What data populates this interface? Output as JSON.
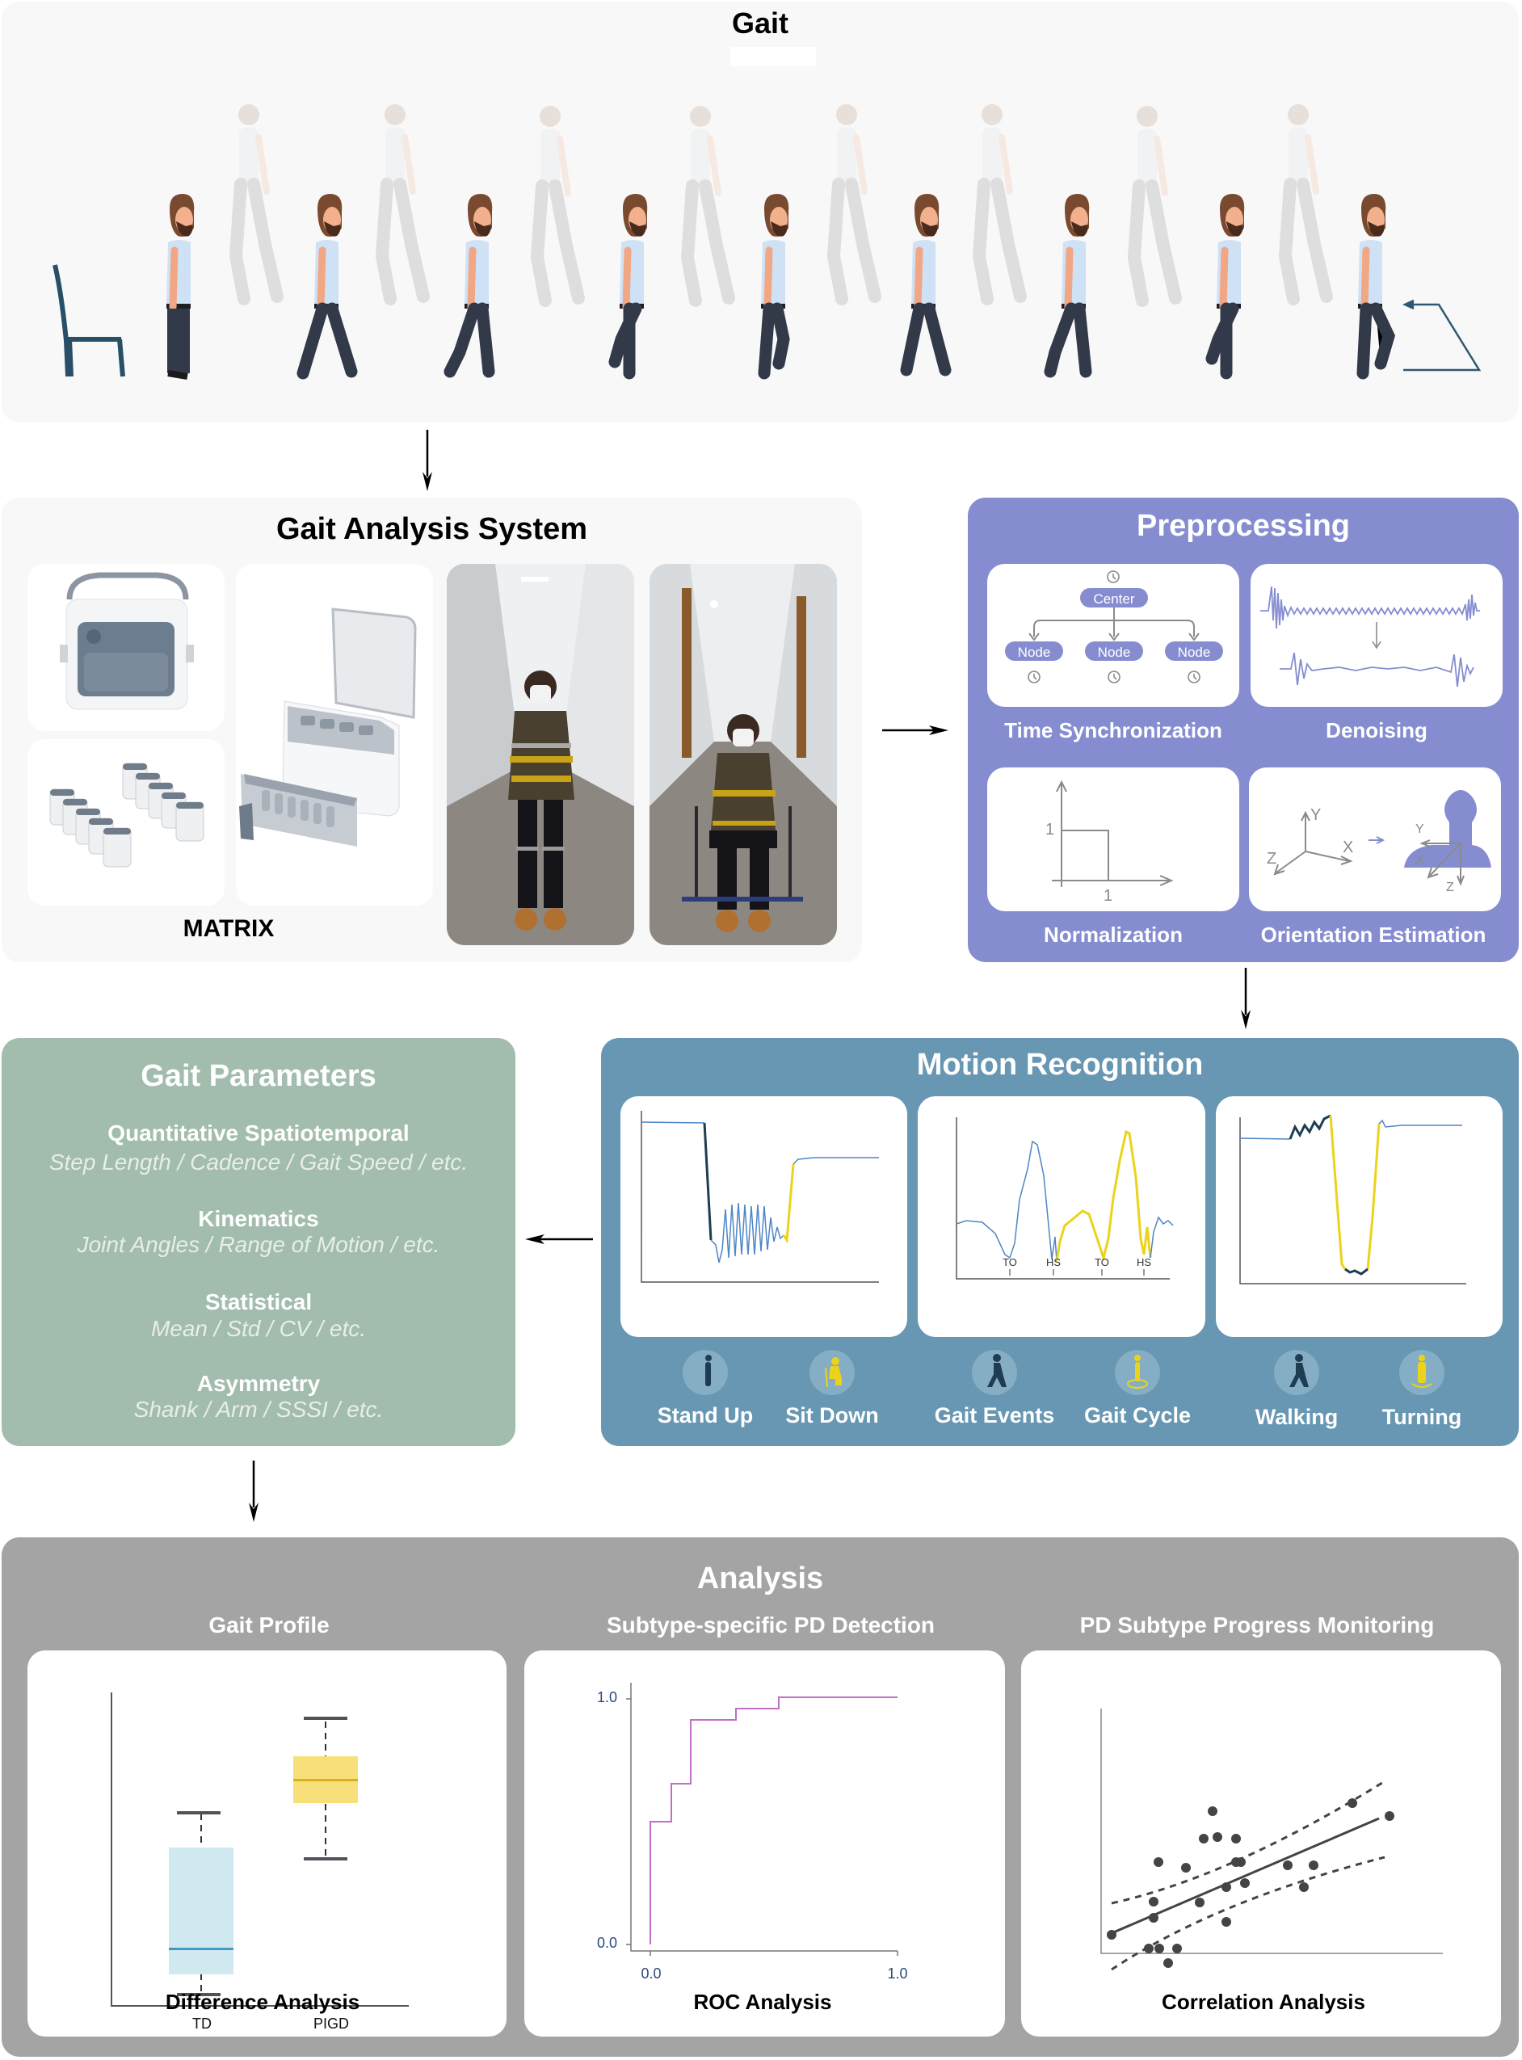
{
  "gait": {
    "title": "Gait",
    "figures": [
      "chair",
      "standing",
      "walking",
      "walking",
      "walking",
      "walking",
      "walking",
      "walking",
      "walking",
      "turning"
    ],
    "turn_icon": "turn-arrow-icon"
  },
  "gait_analysis_system": {
    "title": "Gait Analysis System",
    "device_label": "MATRIX",
    "images": [
      "charging-case-front",
      "sensor-units",
      "charging-case-open",
      "subject-standing-photo",
      "subject-sitting-photo"
    ]
  },
  "preprocessing": {
    "title": "Preprocessing",
    "steps": [
      {
        "label": "Time Synchronization",
        "center": "Center",
        "nodes": [
          "Node",
          "Node",
          "Node"
        ]
      },
      {
        "label": "Denoising"
      },
      {
        "label": "Normalization",
        "tick_x": "1",
        "tick_y": "1"
      },
      {
        "label": "Orientation Estimation",
        "axes_left": [
          "Y",
          "X",
          "Z"
        ],
        "axes_right": [
          "Y",
          "X",
          "Z"
        ]
      }
    ]
  },
  "motion_recognition": {
    "title": "Motion Recognition",
    "event_labels": [
      "TO",
      "HS",
      "TO",
      "HS"
    ],
    "activities": [
      {
        "label": "Stand Up",
        "icon": "stand-up-icon"
      },
      {
        "label": "Sit Down",
        "icon": "sit-down-icon"
      },
      {
        "label": "Gait Events",
        "icon": "gait-events-icon"
      },
      {
        "label": "Gait Cycle",
        "icon": "gait-cycle-icon"
      },
      {
        "label": "Walking",
        "icon": "walking-icon"
      },
      {
        "label": "Turning",
        "icon": "turning-icon"
      }
    ]
  },
  "gait_parameters": {
    "title": "Gait Parameters",
    "groups": [
      {
        "heading": "Quantitative Spatiotemporal",
        "items": "Step Length / Cadence / Gait Speed / etc."
      },
      {
        "heading": "Kinematics",
        "items": "Joint Angles / Range of Motion / etc."
      },
      {
        "heading": "Statistical",
        "items": "Mean / Std / CV / etc."
      },
      {
        "heading": "Asymmetry",
        "items": "Shank / Arm / SSSI / etc."
      }
    ]
  },
  "analysis": {
    "title": "Analysis",
    "sections": [
      {
        "heading": "Gait Profile",
        "caption": "Difference Analysis"
      },
      {
        "heading": "Subtype-specific PD Detection",
        "caption": "ROC Analysis"
      },
      {
        "heading": "PD Subtype Progress Monitoring",
        "caption": "Correlation Analysis"
      }
    ]
  },
  "colors": {
    "gait_bg": "#f8f8f8",
    "preprocessing": "#858dd0",
    "motion_recognition": "#6897b3",
    "gait_parameters": "#a2bdad",
    "analysis": "#a4a4a4",
    "signal_blue": "#4e86c7",
    "signal_yellow": "#ecd31b",
    "signal_dark": "#1f3d52",
    "roc_line": "#c16fc4",
    "td_box": "#d0e8f0",
    "pigd_box": "#f7e07a"
  },
  "chart_data": [
    {
      "type": "box",
      "title": "Difference Analysis",
      "categories": [
        "TD",
        "PIGD"
      ],
      "series": [
        {
          "name": "TD",
          "min": 0.04,
          "q1": 0.11,
          "median": 0.2,
          "q3": 0.54,
          "max": 0.65
        },
        {
          "name": "PIGD",
          "min": 0.48,
          "q1": 0.67,
          "median": 0.74,
          "q3": 0.82,
          "max": 0.97
        }
      ],
      "xlabel": "",
      "ylabel": "",
      "grid": false
    },
    {
      "type": "line",
      "title": "ROC Analysis",
      "x": [
        0.0,
        0.0,
        0.09,
        0.09,
        0.165,
        0.165,
        0.34,
        0.34,
        0.505,
        0.505,
        1.0
      ],
      "y": [
        0.0,
        0.5,
        0.5,
        0.655,
        0.655,
        0.91,
        0.91,
        0.957,
        0.957,
        1.0,
        1.0
      ],
      "x_ticks": [
        "0.0",
        "1.0"
      ],
      "y_ticks": [
        "0.0",
        "1.0"
      ],
      "xlim": [
        0,
        1
      ],
      "ylim": [
        0,
        1
      ],
      "grid": false
    },
    {
      "type": "scatter",
      "title": "Correlation Analysis",
      "points": [
        [
          0.03,
          0.07
        ],
        [
          0.15,
          0.02
        ],
        [
          0.17,
          0.02
        ],
        [
          0.22,
          0.02
        ],
        [
          0.19,
          -0.04
        ],
        [
          0.15,
          0.1
        ],
        [
          0.15,
          0.16
        ],
        [
          0.17,
          0.33
        ],
        [
          0.25,
          0.3
        ],
        [
          0.29,
          0.17
        ],
        [
          0.3,
          0.43
        ],
        [
          0.34,
          0.43
        ],
        [
          0.33,
          0.53
        ],
        [
          0.39,
          0.43
        ],
        [
          0.39,
          0.33
        ],
        [
          0.4,
          0.33
        ],
        [
          0.36,
          0.22
        ],
        [
          0.36,
          0.08
        ],
        [
          0.42,
          0.24
        ],
        [
          0.54,
          0.32
        ],
        [
          0.59,
          0.22
        ],
        [
          0.62,
          0.32
        ],
        [
          0.73,
          0.57
        ],
        [
          0.84,
          0.52
        ]
      ],
      "fit_line": [
        [
          0.03,
          0.07
        ],
        [
          0.83,
          0.53
        ]
      ],
      "ci_upper": [
        [
          0.03,
          0.18
        ],
        [
          0.25,
          0.27
        ],
        [
          0.5,
          0.42
        ],
        [
          0.83,
          0.68
        ]
      ],
      "ci_lower": [
        [
          0.03,
          -0.05
        ],
        [
          0.25,
          0.18
        ],
        [
          0.5,
          0.3
        ],
        [
          0.83,
          0.38
        ]
      ],
      "grid": false
    }
  ]
}
